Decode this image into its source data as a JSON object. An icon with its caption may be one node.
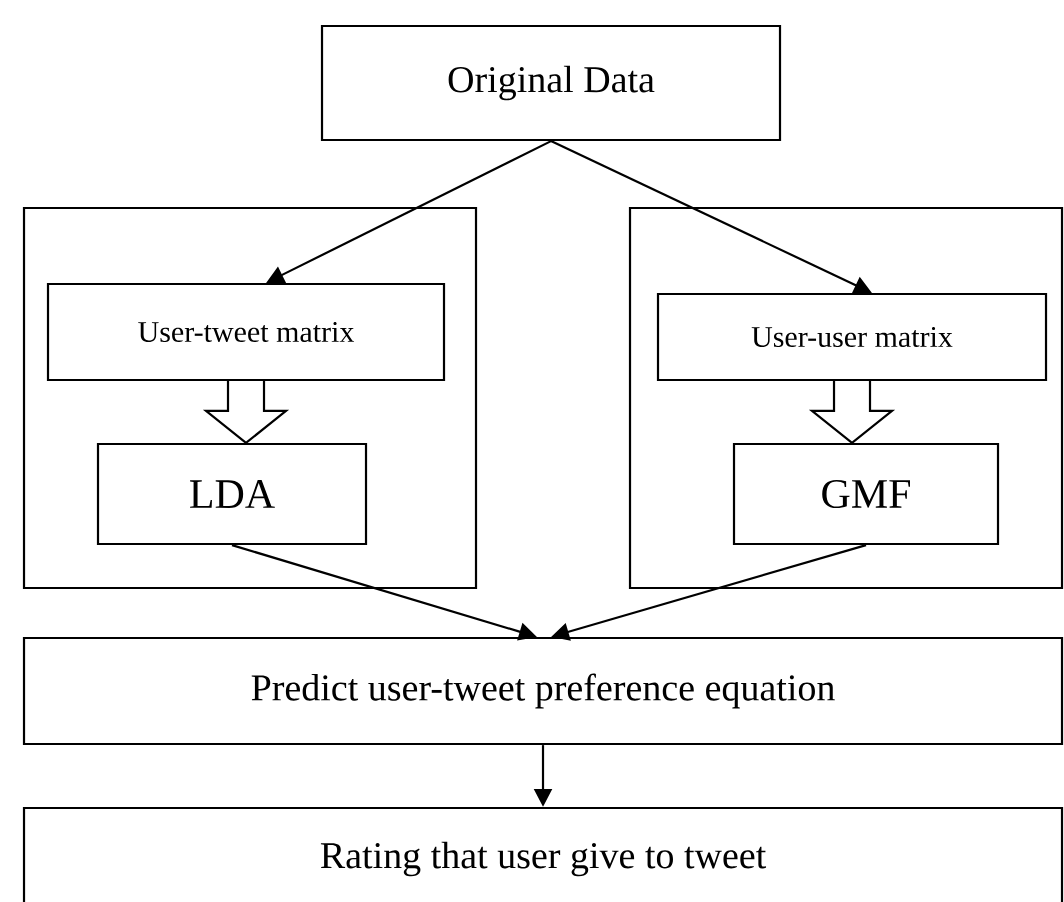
{
  "diagram": {
    "nodes": [
      {
        "text": [
          "Original Data"
        ]
      },
      {
        "text": [],
        "shape": "box"
      },
      {
        "text": [
          "User-tweet matrix"
        ],
        "in": 1
      },
      {
        "text": [
          "LDA"
        ],
        "in": 1
      },
      {
        "text": [],
        "shape": "box"
      },
      {
        "text": [
          "User-user matrix"
        ],
        "in": 4
      },
      {
        "text": [
          "GMF"
        ],
        "in": 4
      },
      {
        "text": [
          "Predict user-tweet preference equation"
        ]
      },
      {
        "text": [
          "Rating that user give to tweet"
        ]
      }
    ],
    "edges": [
      {
        "from": 0,
        "to": 2,
        "arrow": "to"
      },
      {
        "from": 0,
        "to": 5,
        "arrow": "to"
      },
      {
        "from": 2,
        "to": 3,
        "arrow": "to",
        "style": "thick"
      },
      {
        "from": 5,
        "to": 6,
        "arrow": "to",
        "style": "thick"
      },
      {
        "from": 3,
        "to": 7,
        "arrow": "to"
      },
      {
        "from": 6,
        "to": 7,
        "arrow": "to"
      },
      {
        "from": 7,
        "to": 8,
        "arrow": "to"
      }
    ]
  }
}
